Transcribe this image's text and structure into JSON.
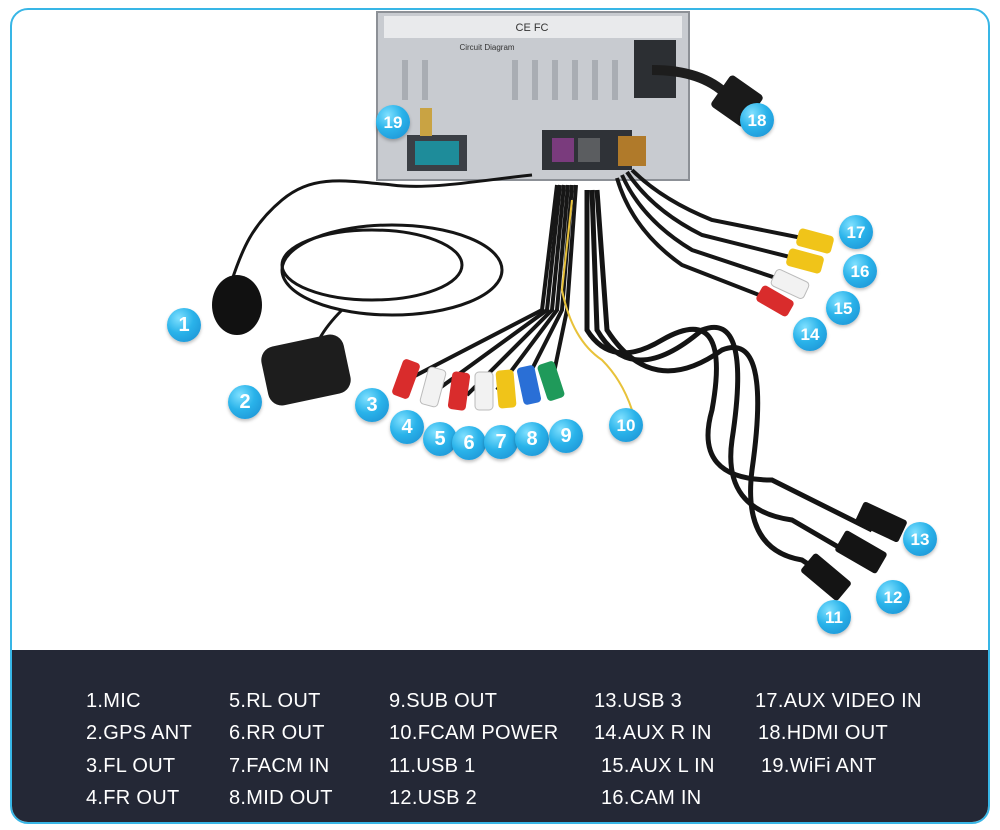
{
  "colors": {
    "frame_border": "#38b6e6",
    "legend_bg": "#242836",
    "badge": "#2ab3ea",
    "legend_text": "#ffffff"
  },
  "unit_labels": {
    "top_label": "CE FC",
    "circuit": "Circuit Diagram"
  },
  "badges": [
    "1",
    "2",
    "3",
    "4",
    "5",
    "6",
    "7",
    "8",
    "9",
    "10",
    "11",
    "12",
    "13",
    "14",
    "15",
    "16",
    "17",
    "18",
    "19"
  ],
  "legend": [
    "1.MIC",
    "2.GPS ANT",
    "3.FL OUT",
    "4.FR OUT",
    "5.RL OUT",
    "6.RR OUT",
    "7.FACM IN",
    "8.MID OUT",
    "9.SUB OUT",
    "10.FCAM POWER",
    "11.USB 1",
    "12.USB 2",
    "13.USB 3",
    "14.AUX R IN",
    "15.AUX L IN",
    "16.CAM IN",
    "17.AUX VIDEO IN",
    "18.HDMI OUT",
    "19.WiFi ANT"
  ]
}
